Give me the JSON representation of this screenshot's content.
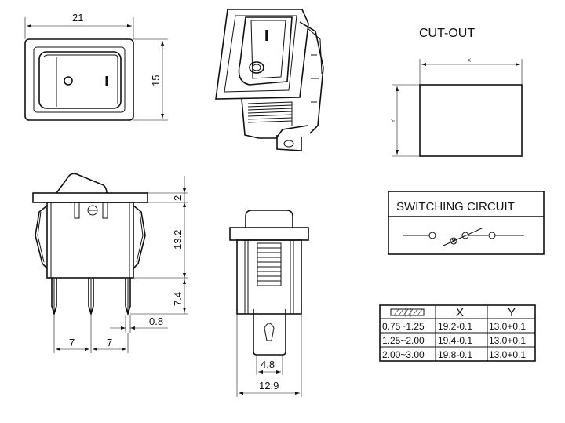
{
  "front_view": {
    "width_label": "21",
    "height_label": "15"
  },
  "side_view": {
    "dims": {
      "top": "2",
      "body": "13.2",
      "pin": "7.4",
      "pin_thickness": "0.8",
      "pitch_left": "7",
      "pitch_right": "7"
    }
  },
  "end_view": {
    "tab_width": "4.8",
    "body_width": "12.9"
  },
  "cutout": {
    "title": "CUT-OUT",
    "x_label": "X",
    "y_label": "Y"
  },
  "switching_circuit": {
    "title": "SWITCHING CIRCUIT"
  },
  "panel_table": {
    "headers": [
      "",
      "X",
      "Y"
    ],
    "rows": [
      [
        "0.75~1.25",
        "19.2-0.1",
        "13.0+0.1"
      ],
      [
        "1.25~2.00",
        "19.4-0.1",
        "13.0+0.1"
      ],
      [
        "2.00~3.00",
        "19.8-0.1",
        "13.0+0.1"
      ]
    ]
  }
}
